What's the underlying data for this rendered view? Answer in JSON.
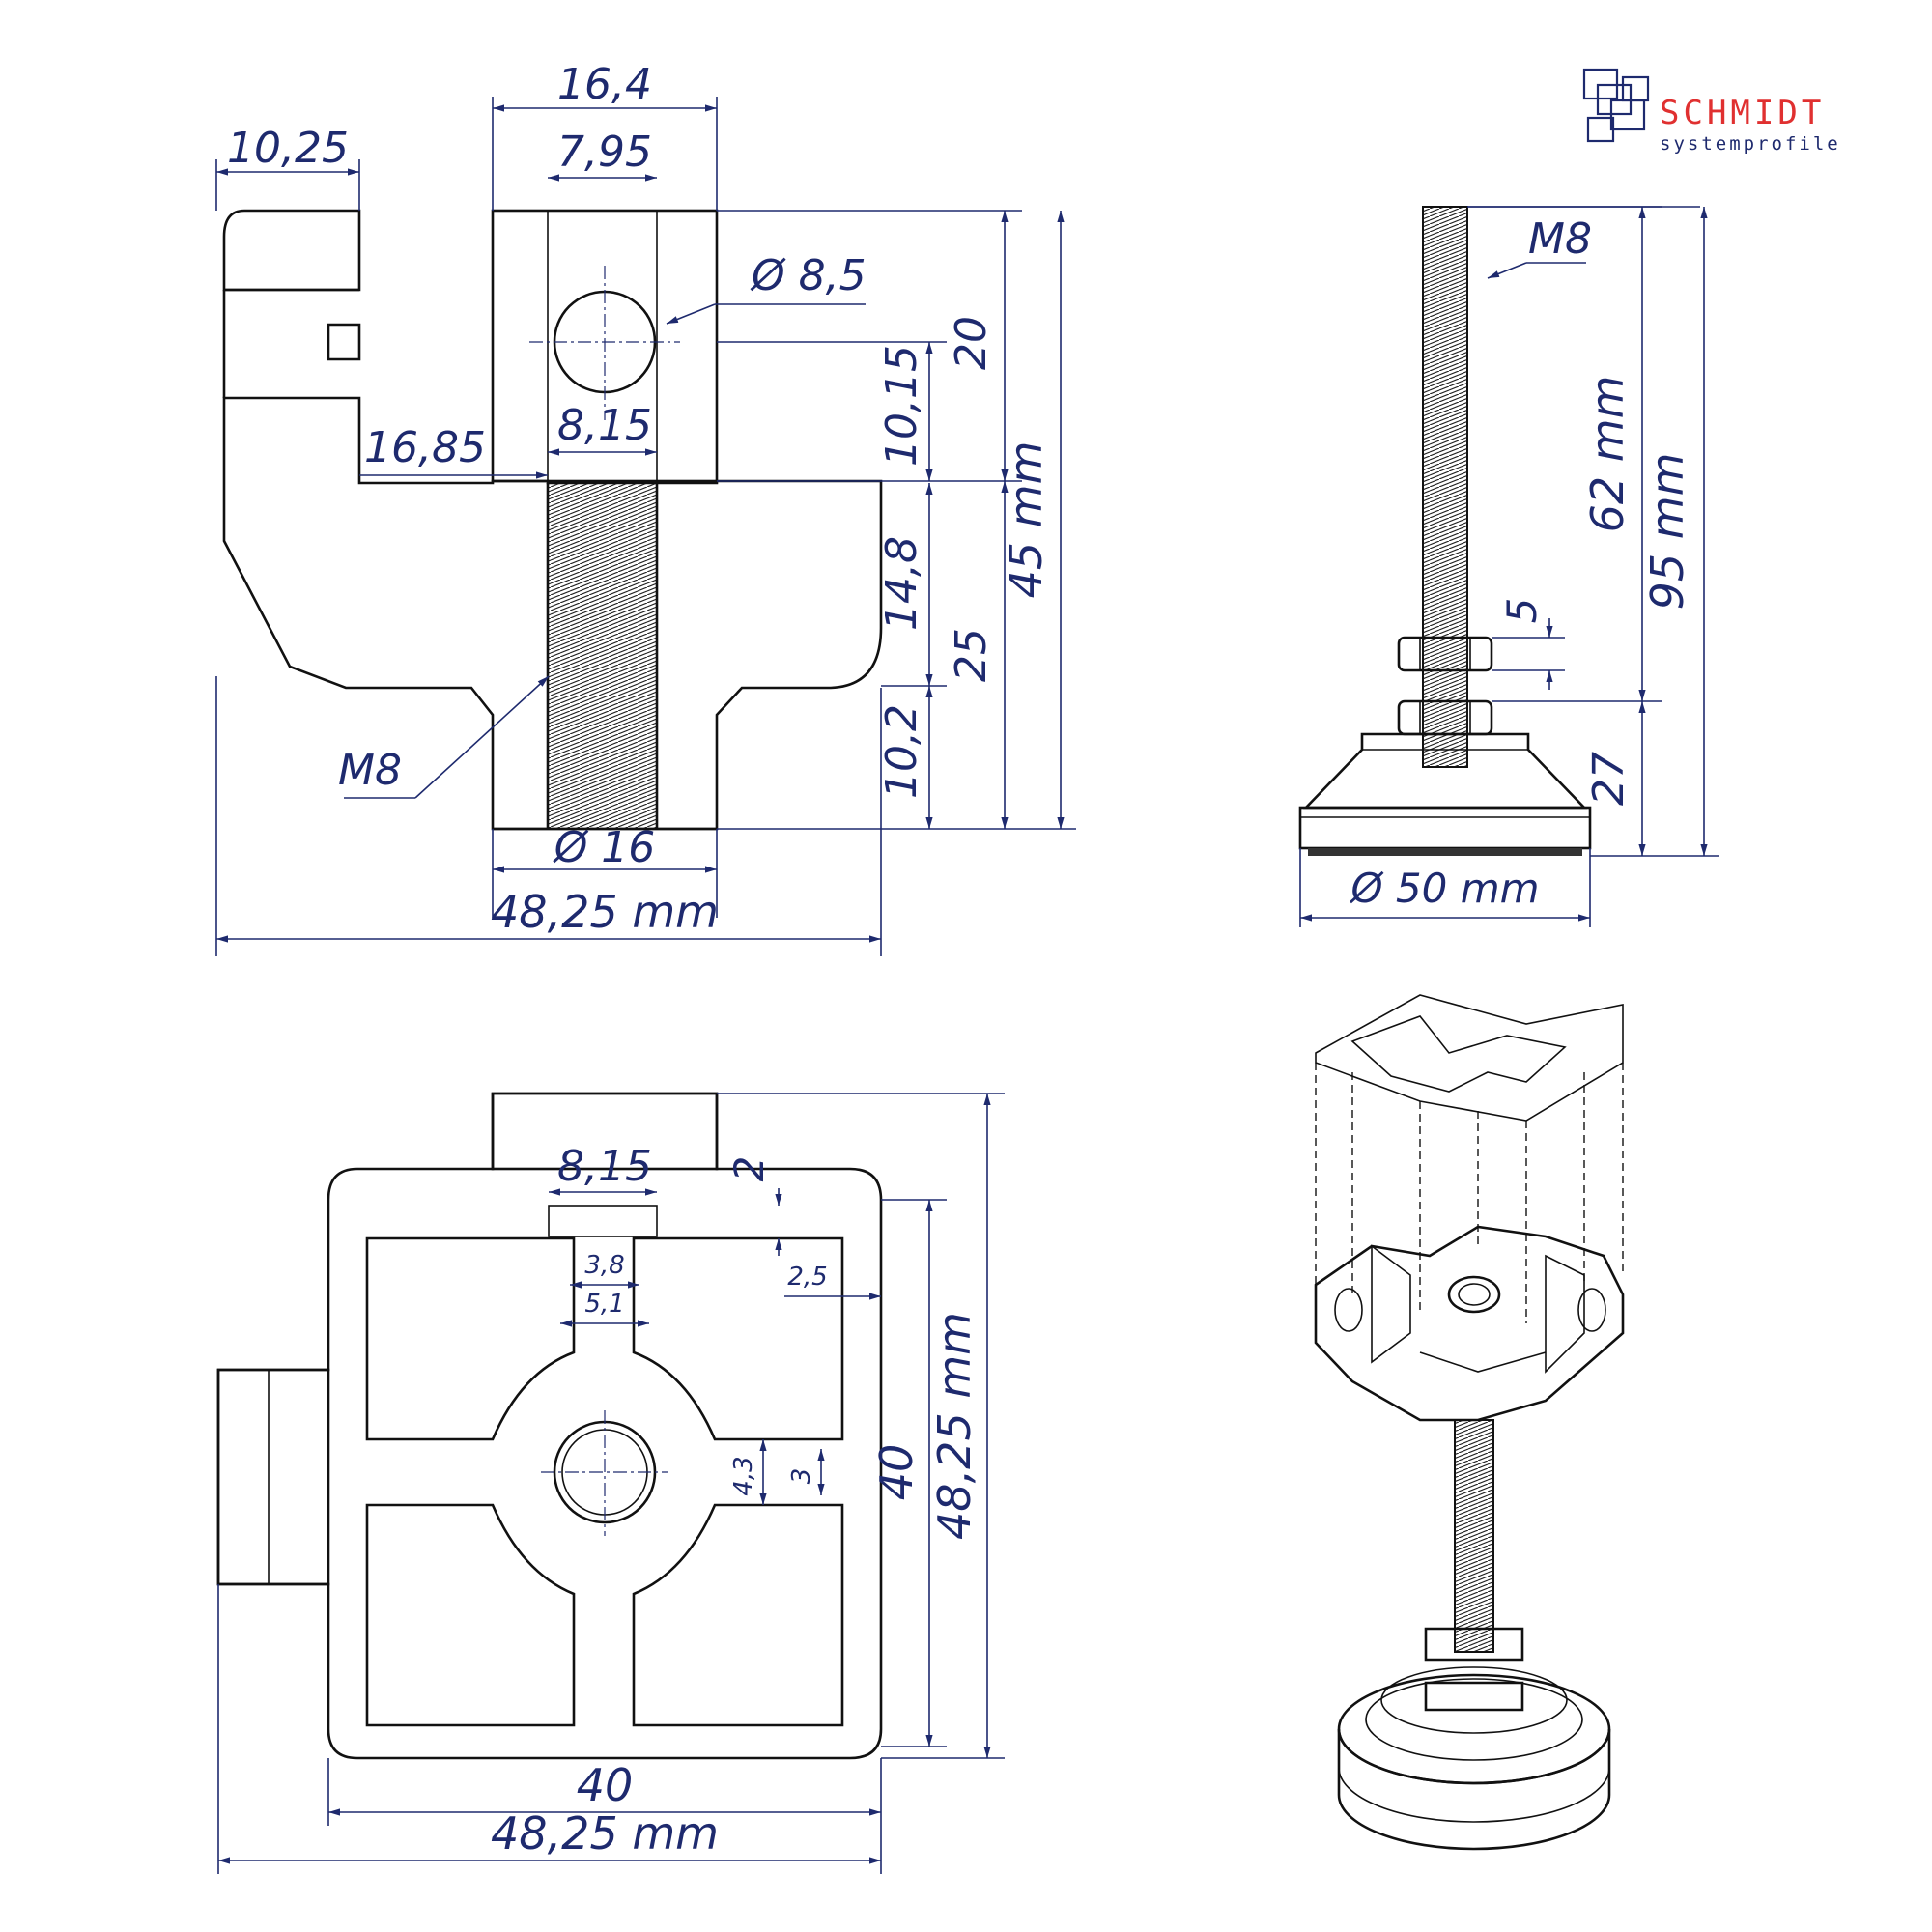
{
  "logo": {
    "name": "SCHMIDT",
    "subtitle": "systemprofile",
    "brand_color": "#e03030",
    "mark_color": "#1e2a6e"
  },
  "colors": {
    "dimension": "#1e2a6e",
    "outline": "#111111"
  },
  "section_view": {
    "dims": {
      "top_width": "16,4",
      "bore_width": "7,95",
      "flange_width": "10,25",
      "hole_diameter": "Ø 8,5",
      "slot_height": "20",
      "hole_center_height": "10,15",
      "overall_height": "45 mm",
      "neck_width": "8,15",
      "step_width": "16,85",
      "body_height": "14,8",
      "lower_height": "25",
      "base_height": "10,2",
      "thread": "M8",
      "base_diameter": "Ø 16",
      "overall_width": "48,25 mm"
    }
  },
  "foot_view": {
    "dims": {
      "thread": "M8",
      "thread_length": "62 mm",
      "total_height": "95 mm",
      "nut_height": "5",
      "base_height": "27",
      "pad_diameter": "Ø 50 mm"
    }
  },
  "top_view": {
    "dims": {
      "slot_width": "8,15",
      "tab_height": "2",
      "rib_a": "3,8",
      "rib_b": "5,1",
      "wall": "2,5",
      "rib_c": "4,3",
      "rib_d": "3",
      "inner_height": "40",
      "outer_height": "48,25 mm",
      "inner_width": "40",
      "outer_width": "48,25 mm"
    }
  },
  "iso_view": {
    "label": ""
  }
}
